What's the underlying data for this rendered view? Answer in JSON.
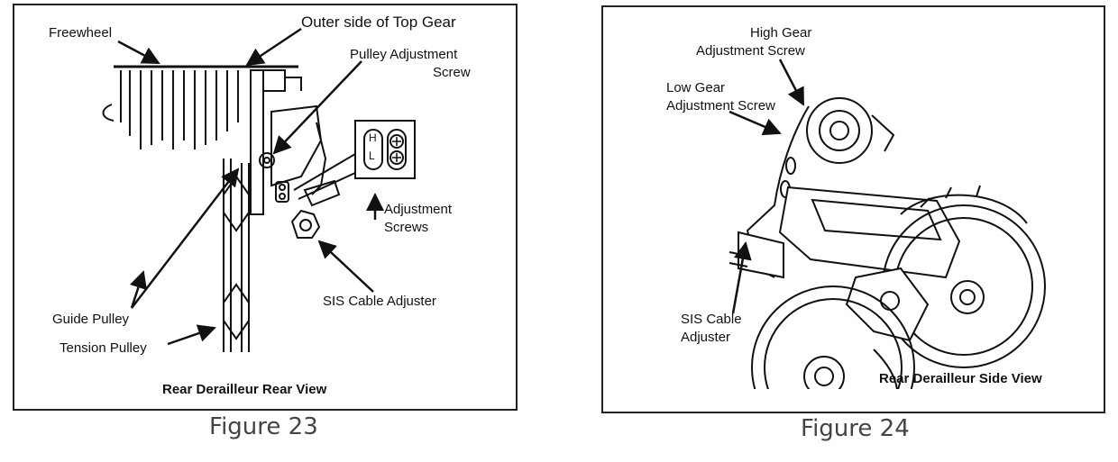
{
  "figure23": {
    "caption": "Figure 23",
    "title": "Rear Derailleur Rear View",
    "labels": {
      "freewheel": "Freewheel",
      "outer_side": "Outer side of Top Gear",
      "pulley_adj_line1": "Pulley Adjustment",
      "pulley_adj_line2": "Screw",
      "adj_screws_line1": "Adjustment",
      "adj_screws_line2": "Screws",
      "sis_cable": "SIS Cable Adjuster",
      "guide_pulley": "Guide Pulley",
      "tension_pulley": "Tension Pulley",
      "inset_h": "H",
      "inset_l": "L"
    }
  },
  "figure24": {
    "caption": "Figure 24",
    "title": "Rear Derailleur Side View",
    "labels": {
      "high_gear_line1": "High Gear",
      "high_gear_line2": "Adjustment Screw",
      "low_gear_line1": "Low Gear",
      "low_gear_line2": "Adjustment Screw",
      "sis_line1": "SIS Cable",
      "sis_line2": "Adjuster"
    }
  }
}
